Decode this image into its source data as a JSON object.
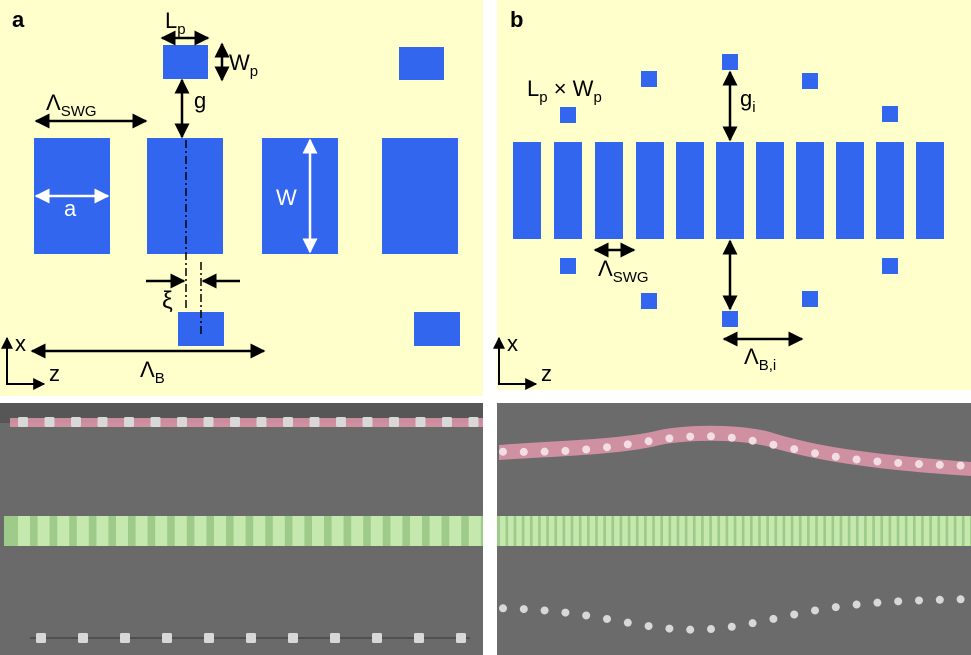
{
  "colors": {
    "panel_bg": "#ffffcc",
    "waveguide_blue": "#3366ee",
    "sem_bg": "#6a6a6a",
    "sem_bright": "#d8d8d8",
    "pink_overlay": "#e89ab0",
    "green_overlay": "#a7dc8e",
    "arrow": "#000000",
    "white_arrow": "#ffffff"
  },
  "panel_a": {
    "letter": "a",
    "labels": {
      "lp_base": "L",
      "lp_sub": "p",
      "wp_base": "W",
      "wp_sub": "p",
      "g": "g",
      "lswg_base": "Λ",
      "lswg_sub": "SWG",
      "a": "a",
      "w": "W",
      "xi": "ξ",
      "lb_base": "Λ",
      "lb_sub": "B",
      "axis_x": "x",
      "axis_z": "z"
    }
  },
  "panel_b": {
    "letter": "b",
    "labels": {
      "lpwp_l": "L",
      "lpwp_lsub": "p",
      "lpwp_times": " × ",
      "lpwp_w": "W",
      "lpwp_wsub": "p",
      "gi_base": "g",
      "gi_sub": "i",
      "lswg_base": "Λ",
      "lswg_sub": "SWG",
      "lbi_base": "Λ",
      "lbi_sub": "B,i",
      "axis_x": "x",
      "axis_z": "z"
    }
  },
  "sem_left": {
    "top_pads": 18,
    "segments": 24,
    "bottom_pads": 11
  },
  "sem_right": {
    "top_pads": 23,
    "segments": 58,
    "bottom_pads": 23
  }
}
